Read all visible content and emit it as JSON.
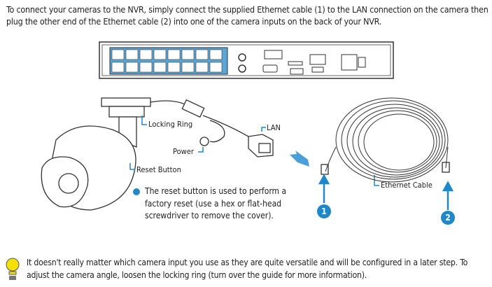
{
  "intro_text": "To connect your cameras to the NVR, simply connect the supplied Ethernet cable (1) to the LAN connection on the camera then plug the other end of the Ethernet cable (2) into one of the camera inputs on the back of your NVR.",
  "labels": {
    "locking_ring": "Locking Ring",
    "lan": "LAN",
    "power": "Power",
    "reset_button": "Reset Button",
    "ethernet_cable": "Ethernet Cable"
  },
  "markers": {
    "one": "1",
    "two": "2"
  },
  "reset_note": "The reset button is used to perform a factory reset (use a hex or flat-head screwdriver to remove the cover).",
  "tip_text": "It doesn't really matter which camera input you use as they are quite versatile and will be configured in a later step. To adjust the camera angle, loosen the locking ring (turn over the guide for more information).",
  "colors": {
    "accent": "#1e88c8",
    "bulb": "#f5e100"
  }
}
